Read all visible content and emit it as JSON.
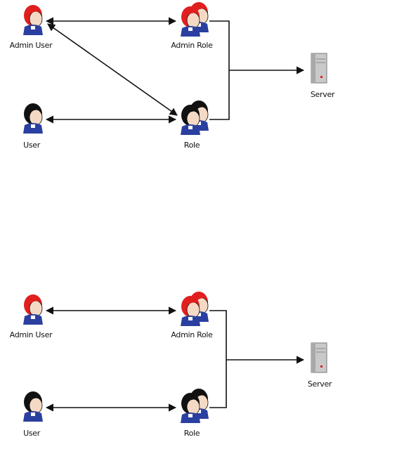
{
  "colors": {
    "admin_hair": "#e11f1f",
    "user_hair": "#111111",
    "shirt": "#2a3fa0",
    "server_body": "#c9c9c9",
    "server_led": "#e02020",
    "line": "#111111"
  },
  "icons": {
    "admin_user": "admin-user-person-icon",
    "admin_role": "admin-role-group-icon",
    "user": "user-person-icon",
    "role": "role-group-icon",
    "server": "server-tower-icon"
  },
  "diagrams": [
    {
      "labels": {
        "admin_user": "Admin User",
        "admin_role": "Admin Role",
        "user": "User",
        "role": "Role",
        "server": "Server"
      }
    },
    {
      "labels": {
        "admin_user": "Admin User",
        "admin_role": "Admin Role",
        "user": "User",
        "role": "Role",
        "server": "Server"
      }
    }
  ]
}
